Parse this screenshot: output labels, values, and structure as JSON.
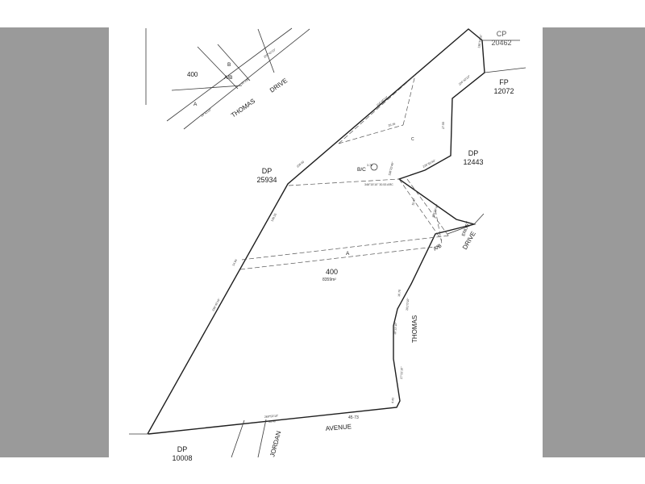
{
  "plan": {
    "main_lot": {
      "number": "400",
      "area": "8359m²"
    },
    "upper_lot": "400",
    "upper_easements": [
      "A",
      "B",
      "A/B"
    ],
    "easements": {
      "a": "A",
      "c": "C",
      "bc": "B/C",
      "ab": "A/B"
    },
    "parcels": [
      {
        "prefix": "DP",
        "number": "25934"
      },
      {
        "prefix": "DP",
        "number": "12443"
      },
      {
        "prefix": "FP",
        "number": "12072"
      },
      {
        "prefix": "CP",
        "number": "20462"
      },
      {
        "prefix": "DP",
        "number": "10008"
      }
    ],
    "roads": {
      "thomas_upper": "THOMAS",
      "drive_upper": "DRIVE",
      "thomas": "THOMAS",
      "drive": "DRIVE",
      "avenue": "AVENUE",
      "jordan": "JORDAN",
      "enlist": "ENLIST"
    },
    "bottom_dim": "45·73"
  }
}
